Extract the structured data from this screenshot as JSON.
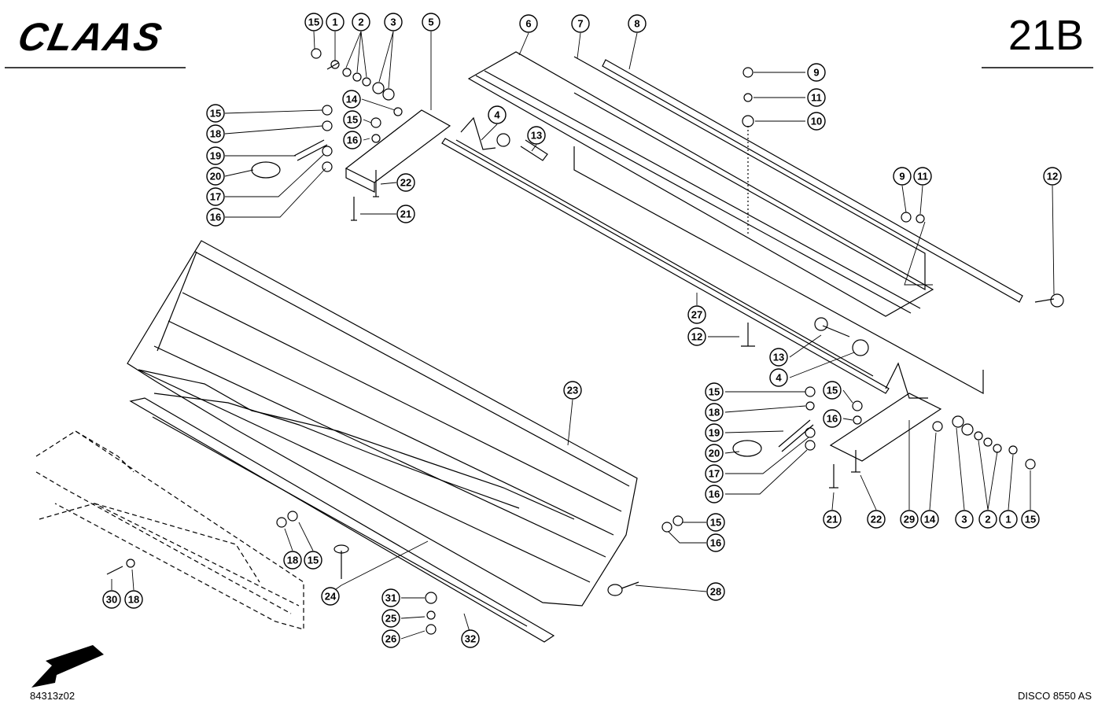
{
  "header": {
    "brand": "CLAAS",
    "sheet_number": "21B"
  },
  "footer": {
    "drawing_number": "84313z02",
    "model": "DISCO 8550 AS"
  },
  "callouts": [
    {
      "id": "c15a",
      "label": "15"
    },
    {
      "id": "c1a",
      "label": "1"
    },
    {
      "id": "c2a",
      "label": "2"
    },
    {
      "id": "c3a",
      "label": "3"
    },
    {
      "id": "c5",
      "label": "5"
    },
    {
      "id": "c6",
      "label": "6"
    },
    {
      "id": "c7",
      "label": "7"
    },
    {
      "id": "c8",
      "label": "8"
    },
    {
      "id": "c9a",
      "label": "9"
    },
    {
      "id": "c11a",
      "label": "11"
    },
    {
      "id": "c10",
      "label": "10"
    },
    {
      "id": "c9b",
      "label": "9"
    },
    {
      "id": "c11b",
      "label": "11"
    },
    {
      "id": "c12a",
      "label": "12"
    },
    {
      "id": "c14a",
      "label": "14"
    },
    {
      "id": "c15b",
      "label": "15"
    },
    {
      "id": "c16a",
      "label": "16"
    },
    {
      "id": "c4a",
      "label": "4"
    },
    {
      "id": "c13a",
      "label": "13"
    },
    {
      "id": "c15c",
      "label": "15"
    },
    {
      "id": "c18a",
      "label": "18"
    },
    {
      "id": "c19a",
      "label": "19"
    },
    {
      "id": "c20a",
      "label": "20"
    },
    {
      "id": "c17a",
      "label": "17"
    },
    {
      "id": "c16b",
      "label": "16"
    },
    {
      "id": "c22a",
      "label": "22"
    },
    {
      "id": "c21a",
      "label": "21"
    },
    {
      "id": "c27",
      "label": "27"
    },
    {
      "id": "c12b",
      "label": "12"
    },
    {
      "id": "c13b",
      "label": "13"
    },
    {
      "id": "c4b",
      "label": "4"
    },
    {
      "id": "c15d",
      "label": "15"
    },
    {
      "id": "c18b",
      "label": "18"
    },
    {
      "id": "c19b",
      "label": "19"
    },
    {
      "id": "c20b",
      "label": "20"
    },
    {
      "id": "c17b",
      "label": "17"
    },
    {
      "id": "c16c",
      "label": "16"
    },
    {
      "id": "c15e",
      "label": "15"
    },
    {
      "id": "c16d",
      "label": "16"
    },
    {
      "id": "c21b",
      "label": "21"
    },
    {
      "id": "c22b",
      "label": "22"
    },
    {
      "id": "c29",
      "label": "29"
    },
    {
      "id": "c14b",
      "label": "14"
    },
    {
      "id": "c3b",
      "label": "3"
    },
    {
      "id": "c2b",
      "label": "2"
    },
    {
      "id": "c1b",
      "label": "1"
    },
    {
      "id": "c15f",
      "label": "15"
    },
    {
      "id": "c23",
      "label": "23"
    },
    {
      "id": "c15g",
      "label": "15"
    },
    {
      "id": "c16e",
      "label": "16"
    },
    {
      "id": "c28",
      "label": "28"
    },
    {
      "id": "c18c",
      "label": "18"
    },
    {
      "id": "c15h",
      "label": "15"
    },
    {
      "id": "c24",
      "label": "24"
    },
    {
      "id": "c31",
      "label": "31"
    },
    {
      "id": "c25",
      "label": "25"
    },
    {
      "id": "c26",
      "label": "26"
    },
    {
      "id": "c32",
      "label": "32"
    },
    {
      "id": "c30",
      "label": "30"
    },
    {
      "id": "c18d",
      "label": "18"
    }
  ]
}
